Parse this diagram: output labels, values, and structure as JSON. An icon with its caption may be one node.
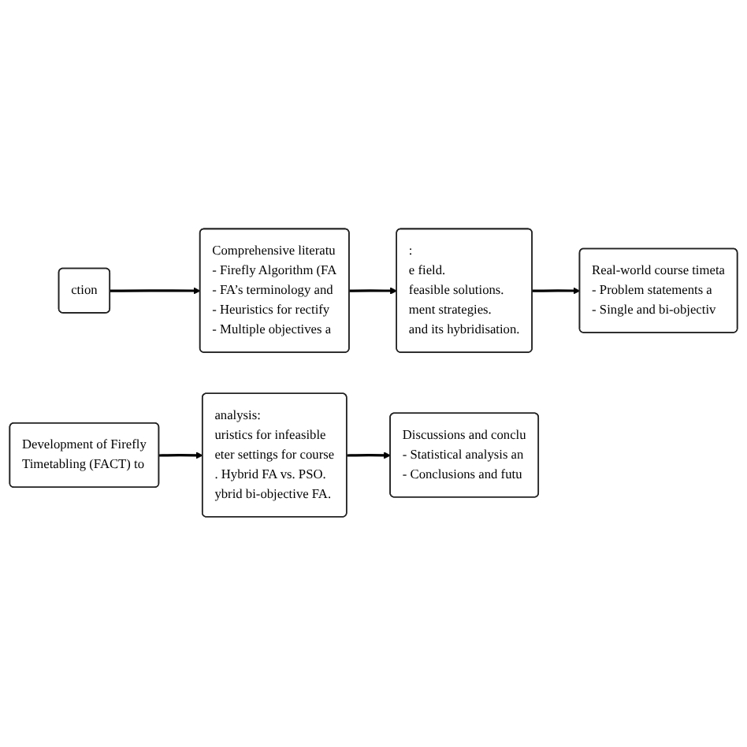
{
  "diagram": {
    "nodes": [
      {
        "text": [
          "ction"
        ]
      },
      {
        "text": [
          "Comprehensive literatu",
          "- Firefly Algorithm (FA",
          "- FA’s terminology and",
          "- Heuristics for rectify",
          "- Multiple objectives a"
        ]
      },
      {
        "text": [
          ":",
          "e field.",
          "feasible solutions.",
          "ment strategies.",
          "and its hybridisation."
        ]
      },
      {
        "text": [
          "Real-world course timeta",
          "- Problem statements a",
          "- Single and bi-objectiv"
        ]
      },
      {
        "text": [
          "analysis:",
          "uristics for infeasible",
          "eter settings for course",
          ". Hybrid FA vs. PSO.",
          "ybrid bi-objective FA."
        ]
      },
      {
        "text": [
          "Development of Firefly",
          "Timetabling (FACT) to"
        ]
      },
      {
        "text": [
          "Discussions and conclu",
          "- Statistical analysis an",
          "- Conclusions and futu"
        ]
      }
    ],
    "edges": [
      {
        "from": 0,
        "to": 1,
        "arrow": "to"
      },
      {
        "from": 1,
        "to": 2,
        "arrow": "to"
      },
      {
        "from": 2,
        "to": 3,
        "arrow": "to"
      },
      {
        "from": 5,
        "to": 4,
        "arrow": "to"
      },
      {
        "from": 4,
        "to": 6,
        "arrow": "to"
      }
    ]
  }
}
